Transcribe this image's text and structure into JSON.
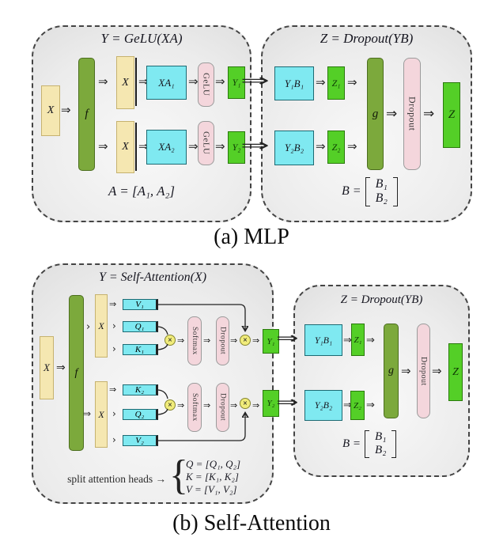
{
  "colors": {
    "tan": "#f5e7b1",
    "tan_border": "#c6b26f",
    "cyan": "#7fe9f1",
    "cyan_border": "#1d6a73",
    "green": "#54cf27",
    "green_border": "#2a7a0c",
    "olive": "#7ca93c",
    "olive_border": "#4c6e1f",
    "pink": "#f4d6dc",
    "pink_border": "#9b9b9b",
    "yellow": "#f1ec7a",
    "yellow_border": "#86862f",
    "panel_edge": "#444444"
  },
  "icons": {
    "double_arrow": "⇒",
    "small_arrow": "›",
    "cross": "×",
    "brace": "{"
  },
  "mlp": {
    "caption": "(a) MLP",
    "left": {
      "title": "Y = GeLU(XA)",
      "input": "X",
      "f": "f",
      "rows": [
        {
          "x": "X",
          "prod": "XA₁",
          "act": "GeLU",
          "out": "Y₁"
        },
        {
          "x": "X",
          "prod": "XA₂",
          "act": "GeLU",
          "out": "Y₂"
        }
      ],
      "formula": "A = [A₁, A₂]"
    },
    "right": {
      "title": "Z = Dropout(YB)",
      "rows": [
        {
          "prod": "Y₁B₁",
          "out": "Z₁"
        },
        {
          "prod": "Y₂B₂",
          "out": "Z₂"
        }
      ],
      "g": "g",
      "dropout": "Dropout",
      "output": "Z",
      "formula_lhs": "B =",
      "formula_top": "B₁",
      "formula_bottom": "B₂"
    }
  },
  "attention": {
    "caption": "(b) Self-Attention",
    "left": {
      "title": "Y = Self-Attention(X)",
      "input": "X",
      "f": "f",
      "groups": [
        {
          "x": "X",
          "bars": [
            "V₁",
            "Q₁",
            "K₁"
          ],
          "softmax": "Softmax",
          "dropout": "Dropout",
          "out": "Y₁"
        },
        {
          "x": "X",
          "bars": [
            "K₂",
            "Q₂",
            "V₂"
          ],
          "softmax": "Softmax",
          "dropout": "Dropout",
          "out": "Y₂"
        }
      ],
      "note_label": "split attention heads →",
      "note_rows": [
        "Q = [Q₁, Q₂]",
        "K = [K₁, K₂]",
        "V = [V₁, V₂]"
      ]
    },
    "right": {
      "title": "Z = Dropout(YB)",
      "rows": [
        {
          "prod": "Y₁B₁",
          "out": "Z₁"
        },
        {
          "prod": "Y₂B₂",
          "out": "Z₂"
        }
      ],
      "g": "g",
      "dropout": "Dropout",
      "output": "Z",
      "formula_lhs": "B =",
      "formula_top": "B₁",
      "formula_bottom": "B₂"
    }
  }
}
